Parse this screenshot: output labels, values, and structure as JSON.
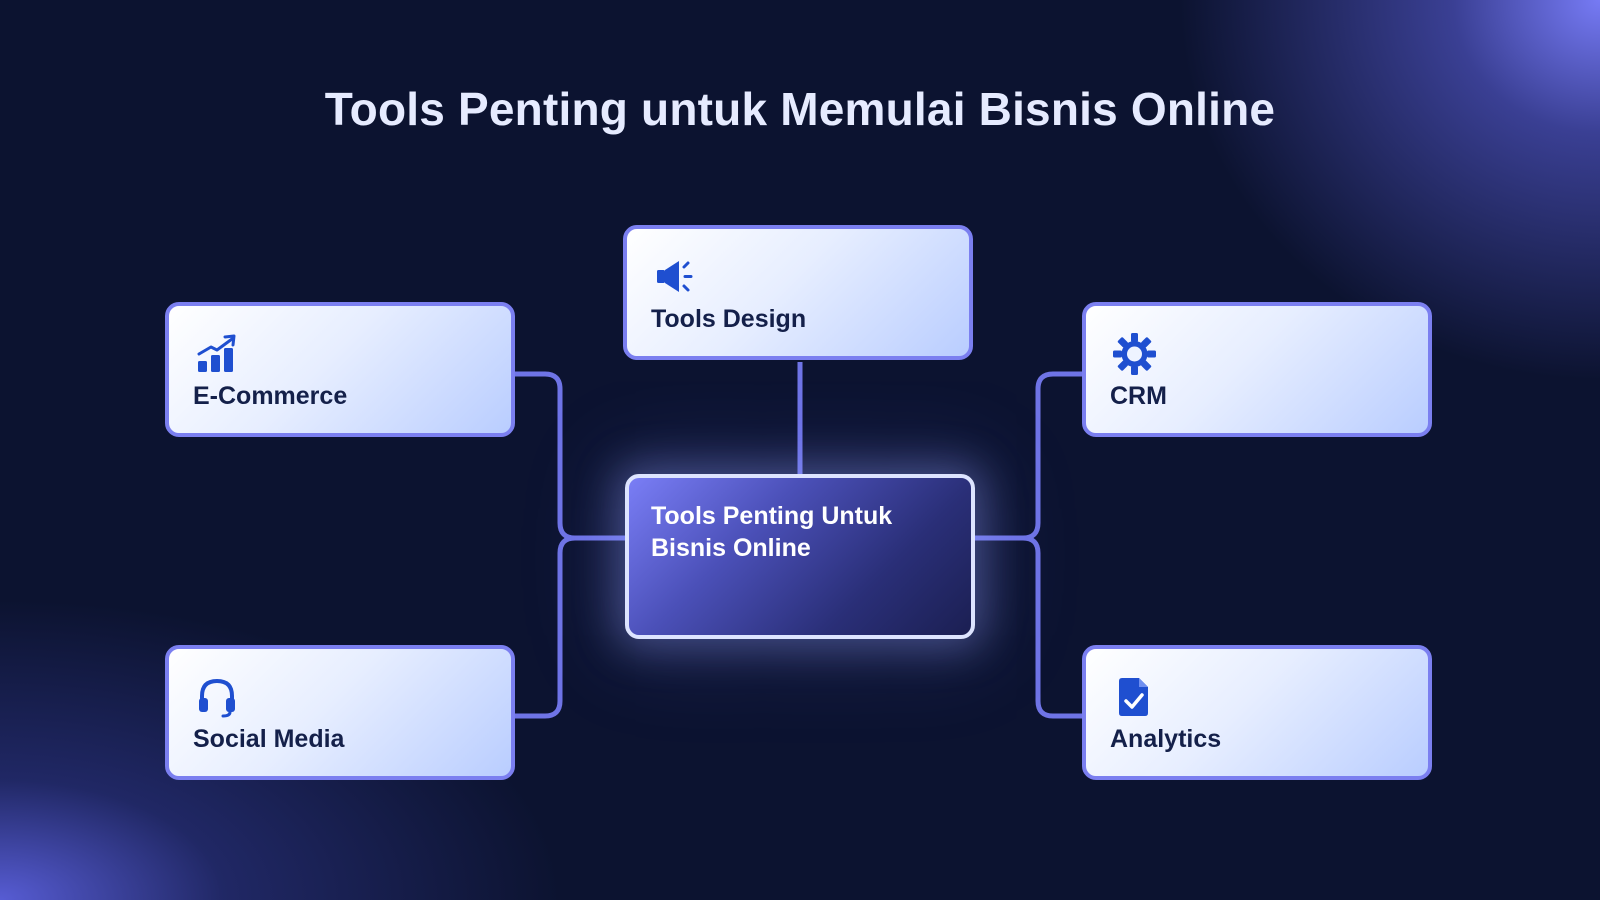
{
  "title": "Tools Penting untuk Memulai Bisnis Online",
  "center": {
    "label": "Tools Penting Untuk Bisnis Online"
  },
  "nodes": {
    "tools_design": {
      "label": "Tools Design",
      "icon": "megaphone-icon"
    },
    "ecommerce": {
      "label": "E-Commerce",
      "icon": "bar-chart-growth-icon"
    },
    "crm": {
      "label": "CRM",
      "icon": "gear-icon"
    },
    "social_media": {
      "label": "Social Media",
      "icon": "headset-icon"
    },
    "analytics": {
      "label": "Analytics",
      "icon": "document-check-icon"
    }
  },
  "colors": {
    "background": "#0c1330",
    "accent": "#7b7ff0",
    "icon": "#1f4fd0",
    "node_text": "#14204a",
    "title_text": "#e6ebff"
  }
}
